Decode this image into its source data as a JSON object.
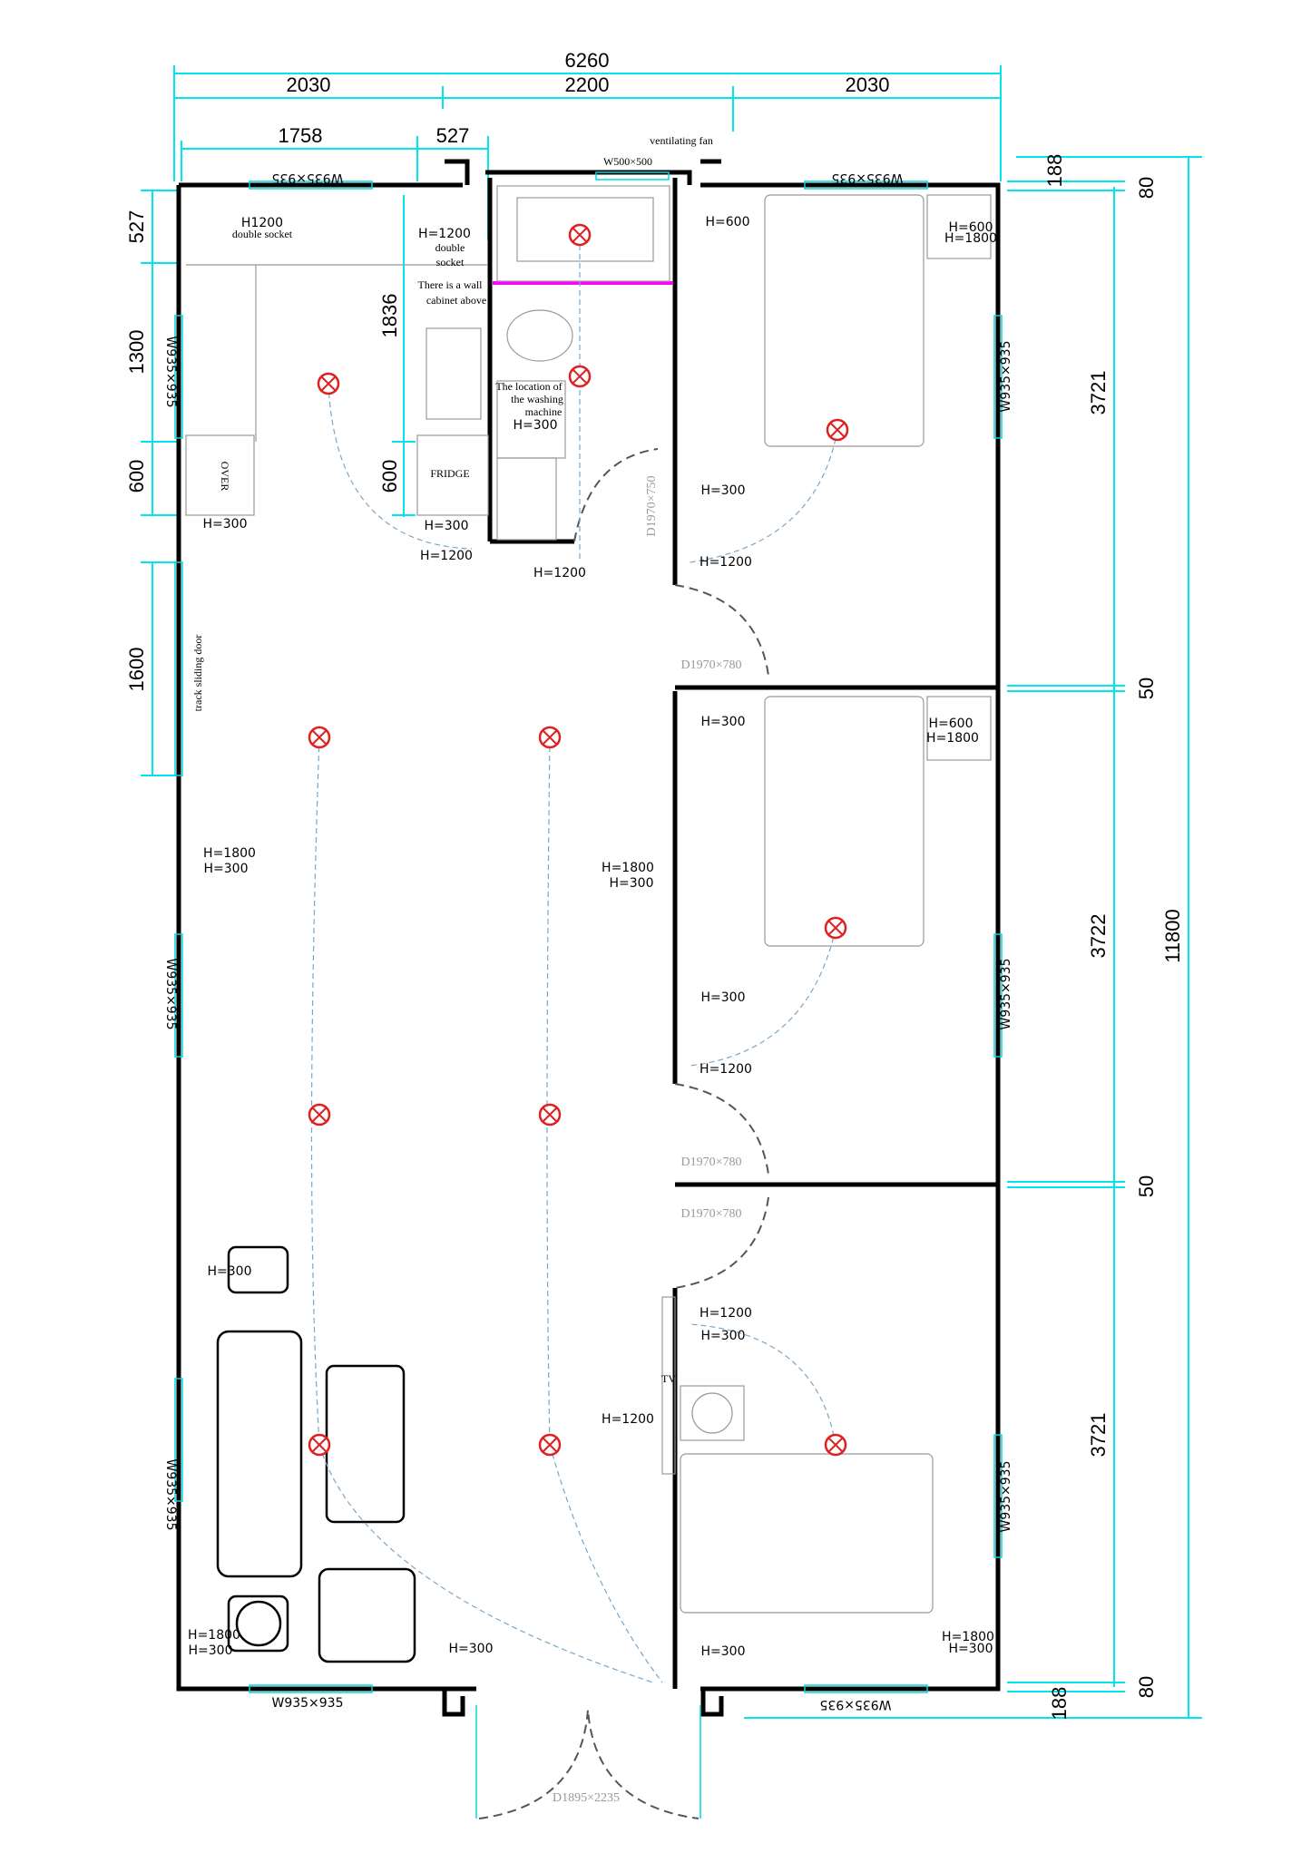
{
  "dimensions": {
    "overall_width": "6260",
    "top_segments": [
      "2030",
      "2200",
      "2030"
    ],
    "kitchen_segments": [
      "1758",
      "527"
    ],
    "left_segments": [
      "527",
      "1300",
      "600",
      "1600"
    ],
    "kitchen_depth": [
      "1836",
      "600"
    ],
    "right_segments": [
      "188",
      "80",
      "3721",
      "50",
      "3722",
      "50",
      "3721",
      "80",
      "188"
    ],
    "overall_length": "11800"
  },
  "windows": {
    "standard": "W935×935",
    "fan_window": "W500×500",
    "fan_label": "ventilating fan"
  },
  "doors": {
    "bathroom": "D1970×750",
    "bedroom": "D1970×780",
    "entrance": "D1895×2235",
    "sliding": "track sliding door"
  },
  "kitchen": {
    "socket1": [
      "H1200",
      "double socket"
    ],
    "socket2": [
      "H=1200",
      "double",
      "socket"
    ],
    "note": [
      "There is a wall",
      "cabinet above"
    ],
    "oven": "OVER",
    "fridge": "FRIDGE"
  },
  "bathroom": {
    "washing_note": [
      "The location of",
      "the washing",
      "machine"
    ]
  },
  "tv_label": "TV",
  "heights": [
    "H=300",
    "H=300",
    "H=1200",
    "H=1200",
    "H=300",
    "H=600",
    "H=600",
    "H=1800",
    "H=300",
    "H=1200",
    "H=300",
    "H=600",
    "H=1800",
    "H=1800",
    "H=300",
    "H=1800",
    "H=300",
    "H=300",
    "H=1200",
    "H=300",
    "H=1200",
    "H=300",
    "H=1200",
    "H=1800",
    "H=300",
    "H=300",
    "H=300",
    "H=1800",
    "H=300"
  ],
  "colors": {
    "wall": "#000000",
    "dimension": "#00e5ee",
    "light": "#e02020",
    "socket": "#c040c0",
    "partition": "#ff00ff"
  },
  "icons": [
    "ceiling-light-icon",
    "socket-icon",
    "switch-icon"
  ]
}
